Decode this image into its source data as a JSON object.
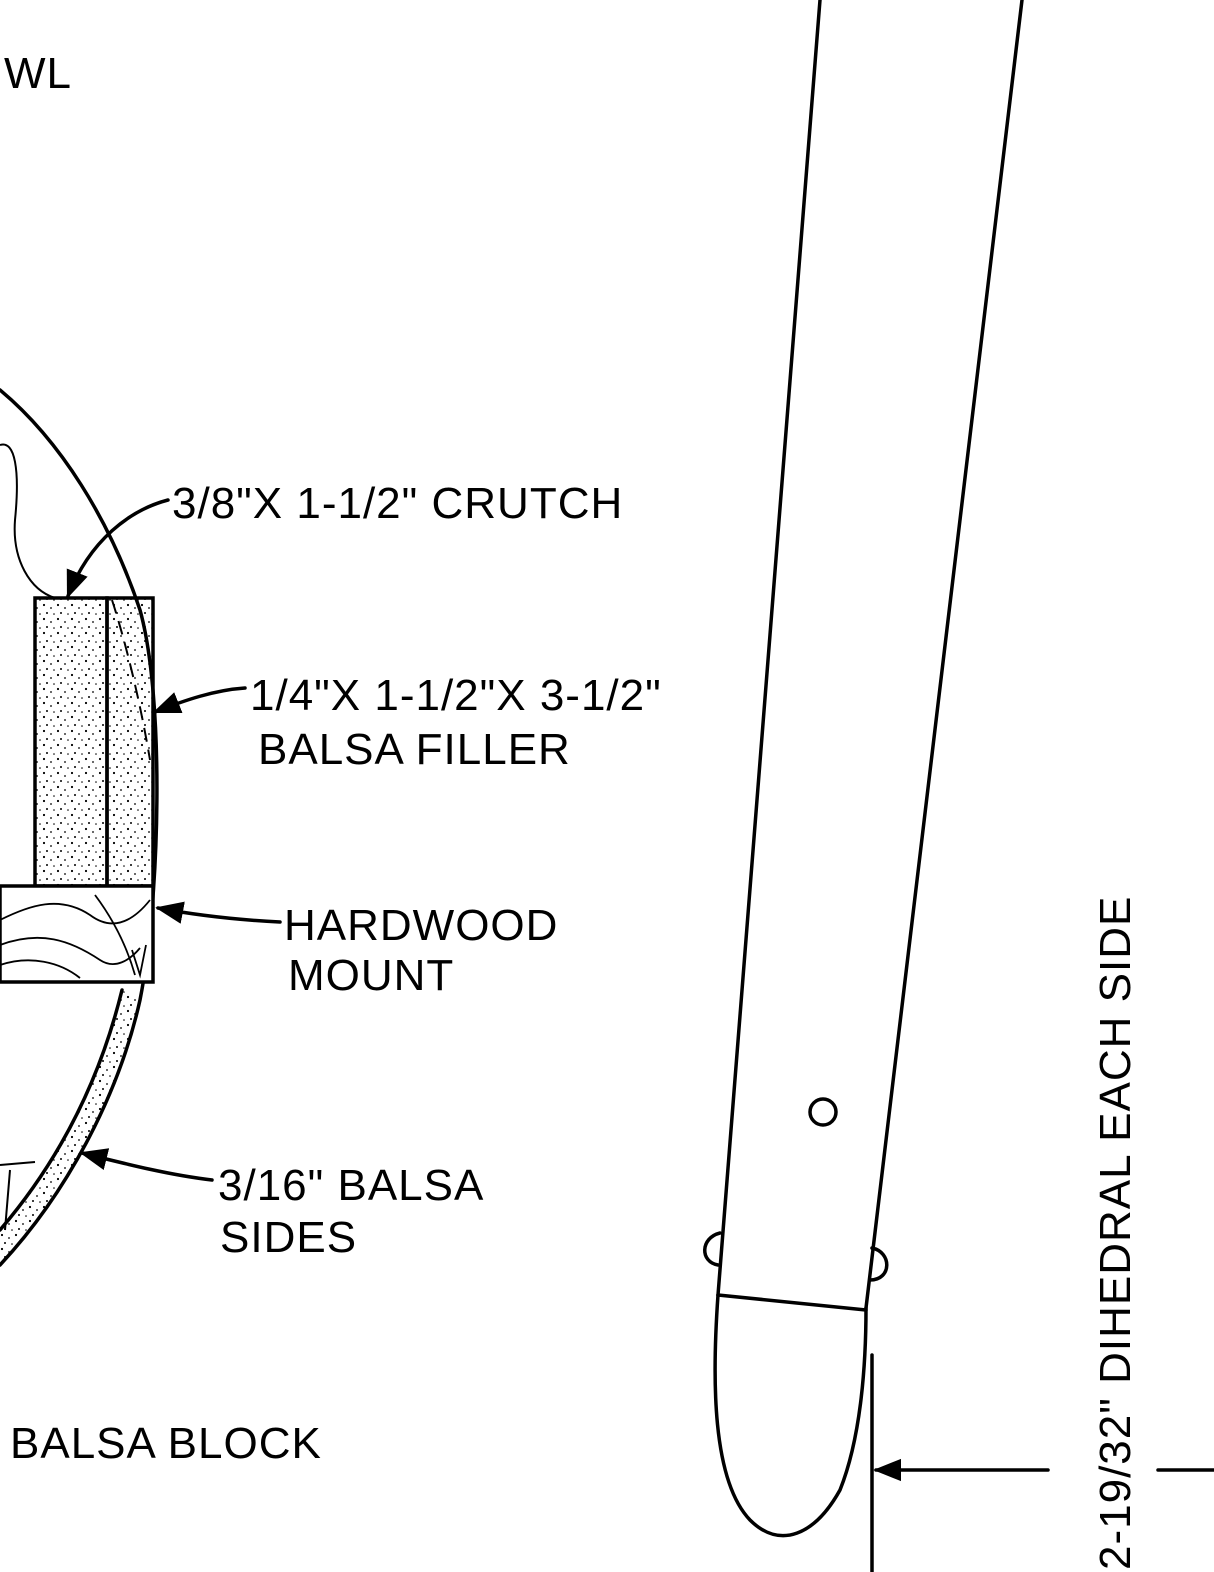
{
  "labels": {
    "cowl": "WL",
    "crutch": "3/8\"X 1-1/2\" CRUTCH",
    "filler_line1": "1/4\"X 1-1/2\"X 3-1/2\"",
    "filler_line2": "BALSA FILLER",
    "mount_line1": "HARDWOOD",
    "mount_line2": "MOUNT",
    "sides_line1": "3/16\" BALSA",
    "sides_line2": "SIDES",
    "block": "BALSA  BLOCK",
    "dihedral": "2-19/32\" DIHEDRAL EACH SIDE"
  }
}
